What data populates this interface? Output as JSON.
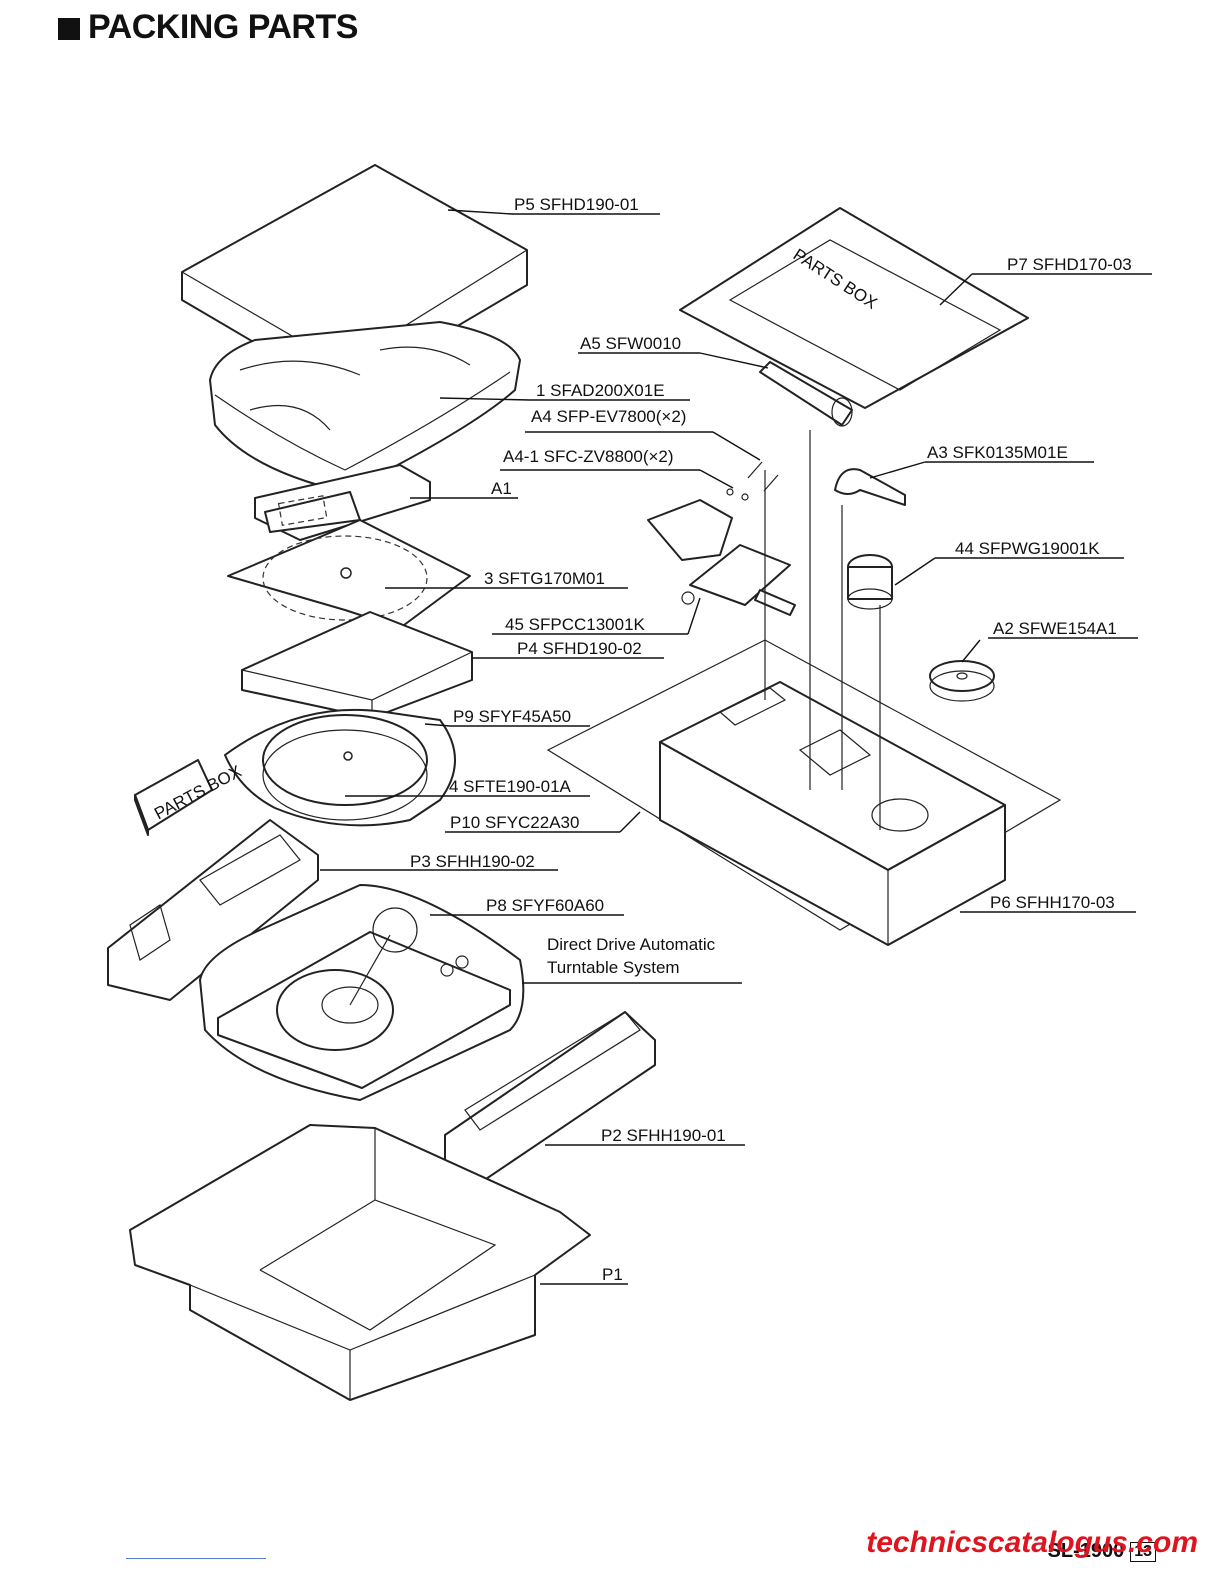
{
  "header": {
    "title": "PACKING PARTS"
  },
  "callouts": [
    {
      "id": "P5",
      "text": "P5  SFHD190-01"
    },
    {
      "id": "P7",
      "text": "P7  SFHD170-03"
    },
    {
      "id": "A5",
      "text": "A5  SFW0010"
    },
    {
      "id": "1",
      "text": "1  SFAD200X01E"
    },
    {
      "id": "A4",
      "text": "A4  SFP-EV7800(×2)"
    },
    {
      "id": "A4-1",
      "text": "A4-1  SFC-ZV8800(×2)"
    },
    {
      "id": "A3",
      "text": "A3  SFK0135M01E"
    },
    {
      "id": "A1",
      "text": "A1"
    },
    {
      "id": "44",
      "text": "44  SFPWG19001K"
    },
    {
      "id": "3",
      "text": "3  SFTG170M01"
    },
    {
      "id": "45",
      "text": "45  SFPCC13001K"
    },
    {
      "id": "A2",
      "text": "A2  SFWE154A1"
    },
    {
      "id": "P4",
      "text": "P4  SFHD190-02"
    },
    {
      "id": "P9",
      "text": "P9  SFYF45A50"
    },
    {
      "id": "4",
      "text": "4  SFTE190-01A"
    },
    {
      "id": "P10",
      "text": "P10  SFYC22A30"
    },
    {
      "id": "P3",
      "text": "P3  SFHH190-02"
    },
    {
      "id": "P6",
      "text": "P6  SFHH170-03"
    },
    {
      "id": "P8",
      "text": "P8  SFYF60A60"
    },
    {
      "id": "turntable-1",
      "text": "Direct Drive Automatic"
    },
    {
      "id": "turntable-2",
      "text": "Turntable System"
    },
    {
      "id": "P2",
      "text": "P2  SFHH190-01"
    },
    {
      "id": "P1",
      "text": "P1"
    }
  ],
  "box_labels": {
    "parts_box_large": "PARTS BOX",
    "parts_box_small": "PARTS BOX"
  },
  "footer": {
    "model": "SL-1900",
    "page": "13",
    "watermark": "technicscatalogus.com"
  }
}
